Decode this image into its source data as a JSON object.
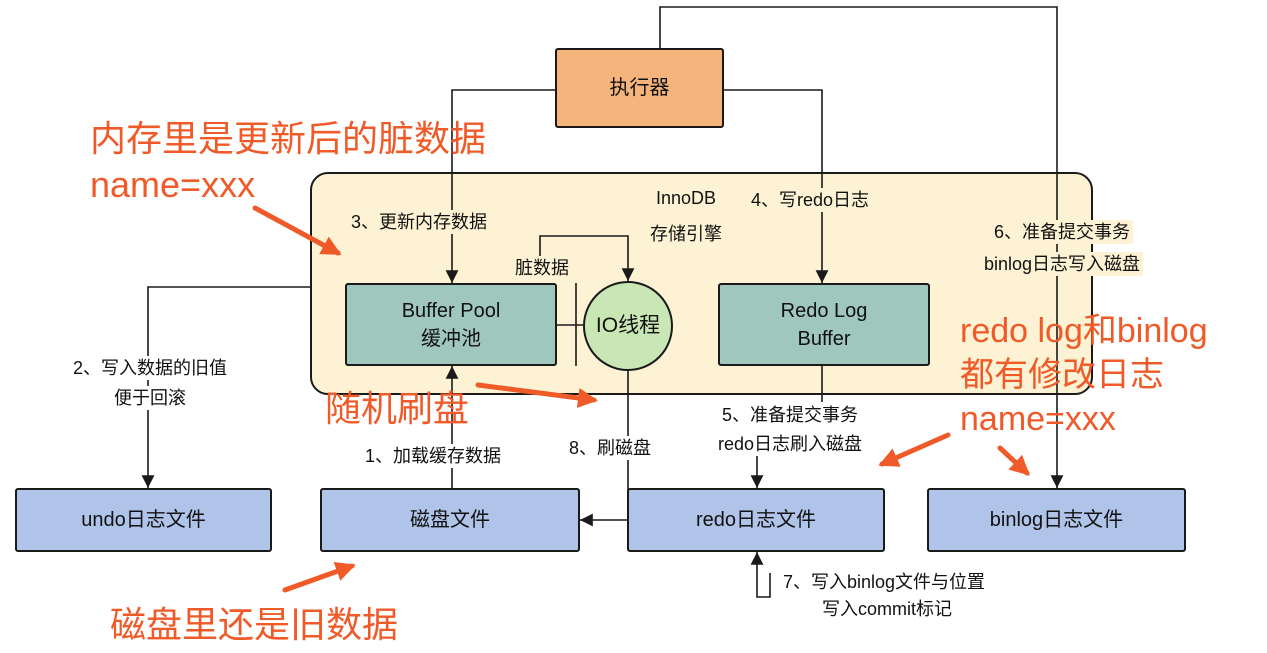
{
  "executor": {
    "label": "执行器"
  },
  "innodb": {
    "title": "InnoDB",
    "subtitle": "存储引擎"
  },
  "components": {
    "buffer_pool": {
      "line1": "Buffer Pool",
      "line2": "缓冲池"
    },
    "io_thread": {
      "label": "IO线程"
    },
    "redo_log_buffer": {
      "line1": "Redo Log",
      "line2": "Buffer"
    }
  },
  "files": {
    "undo": "undo日志文件",
    "disk": "磁盘文件",
    "redo": "redo日志文件",
    "binlog": "binlog日志文件"
  },
  "steps": {
    "step1": "1、加载缓存数据",
    "step2": [
      "2、写入数据的旧值",
      "便于回滚"
    ],
    "step3": "3、更新内存数据",
    "dirty_data": "脏数据",
    "step4": "4、写redo日志",
    "step5": [
      "5、准备提交事务",
      "redo日志刷入磁盘"
    ],
    "step6": [
      "6、准备提交事务",
      "binlog日志写入磁盘"
    ],
    "step7": [
      "7、写入binlog文件与位置",
      "写入commit标记"
    ],
    "step8": "8、刷磁盘"
  },
  "annotations": {
    "memory": [
      "内存里是更新后的脏数据",
      "name=xxx"
    ],
    "random_flush": "随机刷盘",
    "logs": [
      "redo log和binlog",
      "都有修改日志",
      "name=xxx"
    ],
    "disk": "磁盘里还是旧数据"
  },
  "colors": {
    "executor_fill": "#F5B47C",
    "engine_fill": "#FDF3D4",
    "component_fill": "#9FC7BE",
    "io_thread_fill": "#C9E7B4",
    "file_fill": "#B0C4EA",
    "annotation": "#F05A28"
  }
}
